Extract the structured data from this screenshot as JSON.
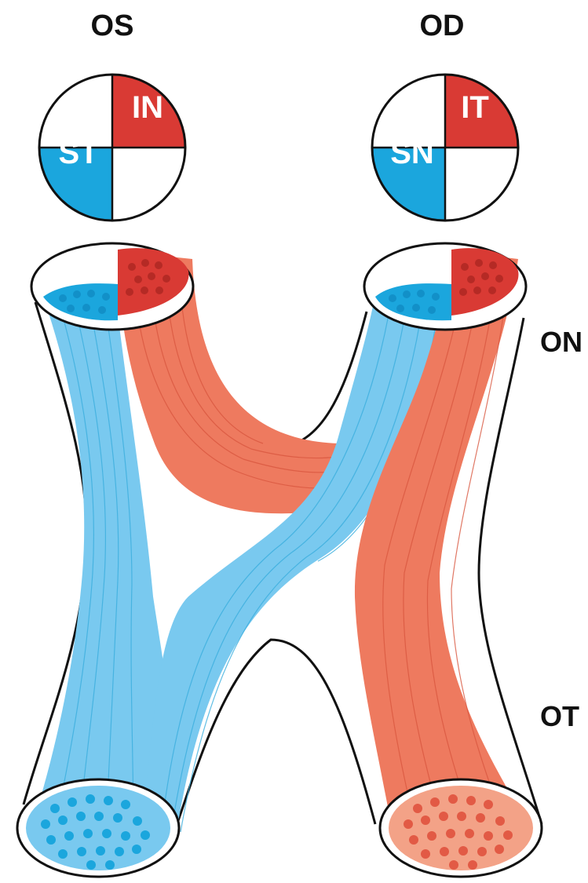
{
  "eyes": {
    "left": {
      "label": "OS",
      "upper_right": "IN",
      "lower_left": "ST"
    },
    "right": {
      "label": "OD",
      "upper_right": "IT",
      "lower_left": "SN"
    }
  },
  "structure_labels": {
    "optic_nerve": "ON",
    "optic_tract": "OT"
  },
  "colors": {
    "nasal_red": "#d93a34",
    "temporal_blue": "#1ba6dd",
    "bundle_red": "#ee7a5f",
    "bundle_blue": "#79c9ef",
    "outline": "#111111"
  }
}
